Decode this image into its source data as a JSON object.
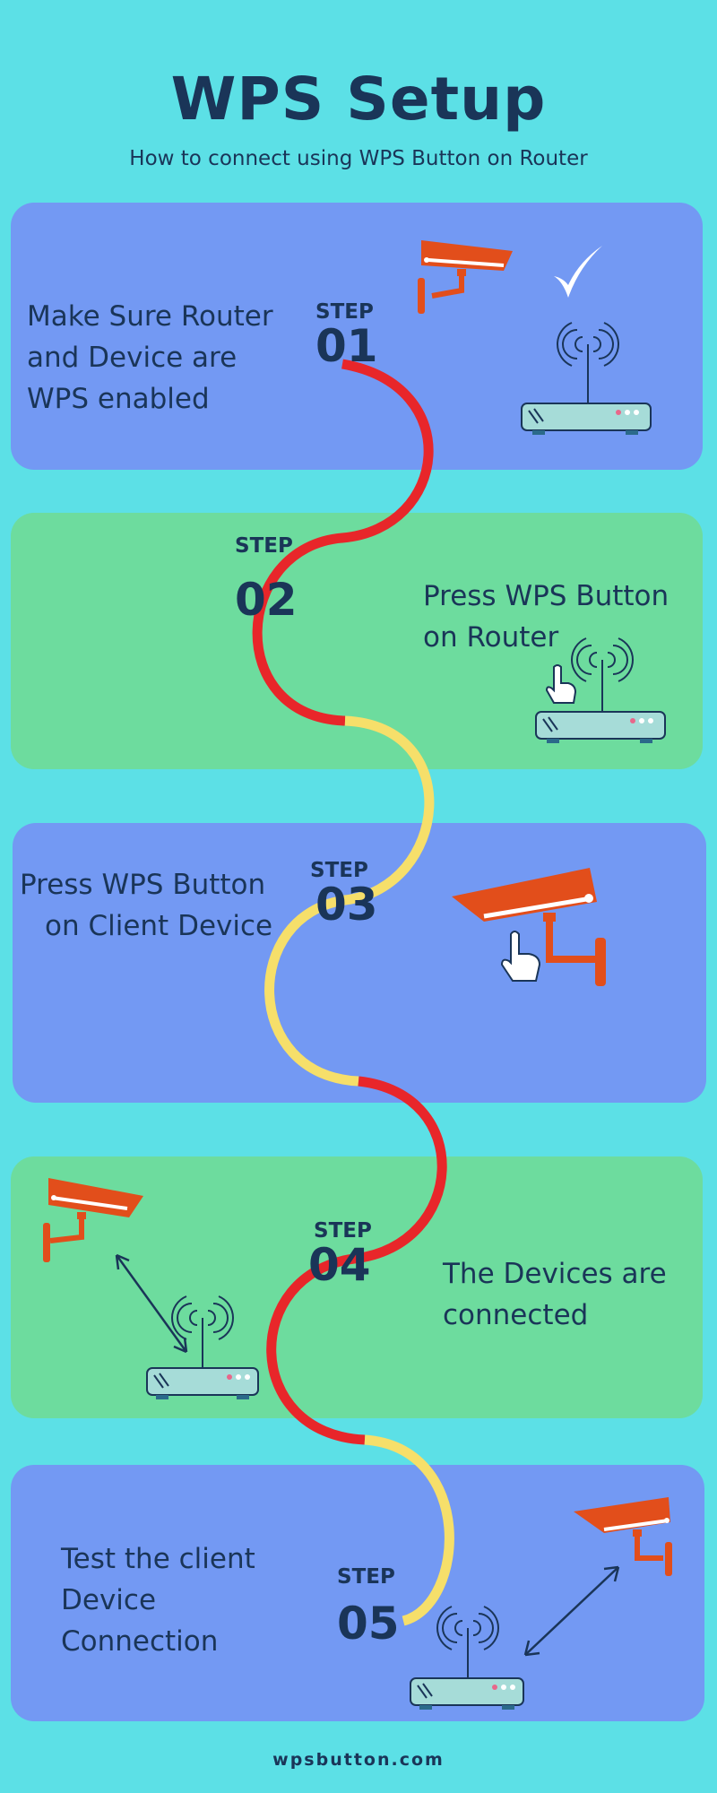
{
  "header": {
    "title": "WPS Setup",
    "subtitle": "How to connect using WPS Button on Router"
  },
  "steps": [
    {
      "label": "STEP",
      "number": "01",
      "text_lines": [
        "Make Sure Router",
        "and Device are",
        "WPS enabled"
      ]
    },
    {
      "label": "STEP",
      "number": "02",
      "text_lines": [
        "Press WPS Button",
        "on Router"
      ]
    },
    {
      "label": "STEP",
      "number": "03",
      "text_lines": [
        "Press WPS Button",
        "on Client Device"
      ]
    },
    {
      "label": "STEP",
      "number": "04",
      "text_lines": [
        "The Devices are",
        "connected"
      ]
    },
    {
      "label": "STEP",
      "number": "05",
      "text_lines": [
        "Test the client",
        "Device",
        "Connection"
      ]
    }
  ],
  "footer": "wpsbutton.com",
  "colors": {
    "background": "#5ce0e6",
    "panel_blue": "#7399f3",
    "panel_green": "#6ddc9e",
    "text_dark": "#1a3558",
    "path_red": "#e8262a",
    "path_yellow": "#f6df6a",
    "camera_orange": "#e24e1b",
    "router_body": "#a6dcd8"
  },
  "icons": [
    "camera-icon",
    "router-icon",
    "checkmark-icon",
    "hand-pointer-icon",
    "double-arrow-icon"
  ]
}
